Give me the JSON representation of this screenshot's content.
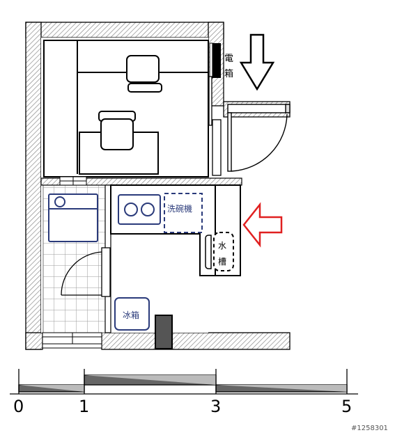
{
  "labels": {
    "electric_box": [
      "電",
      "箱"
    ],
    "dishwasher": "洗碗機",
    "sink": [
      "水",
      "槽"
    ],
    "fridge": "冰箱"
  },
  "scale_bar": {
    "ticks": [
      "0",
      "1",
      "3",
      "5"
    ]
  },
  "watermark": "#1258301",
  "colors": {
    "wall_hatch": "#888888",
    "appliance": "#2a3a7a",
    "red_arrow": "#e02020",
    "black": "#000000"
  }
}
